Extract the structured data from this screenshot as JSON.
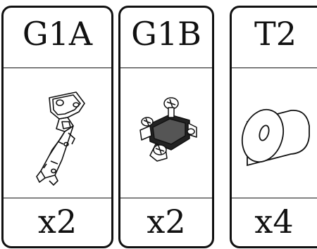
{
  "parts": [
    {
      "code": "G1A",
      "quantity": "x2",
      "icon": "concealed-hinge-icon"
    },
    {
      "code": "G1B",
      "quantity": "x2",
      "icon": "mounting-plate-icon"
    },
    {
      "code": "T2",
      "quantity": "x4",
      "icon": "round-bumper-pad-icon"
    }
  ],
  "colors": {
    "line": "#111111",
    "background": "#ffffff"
  }
}
